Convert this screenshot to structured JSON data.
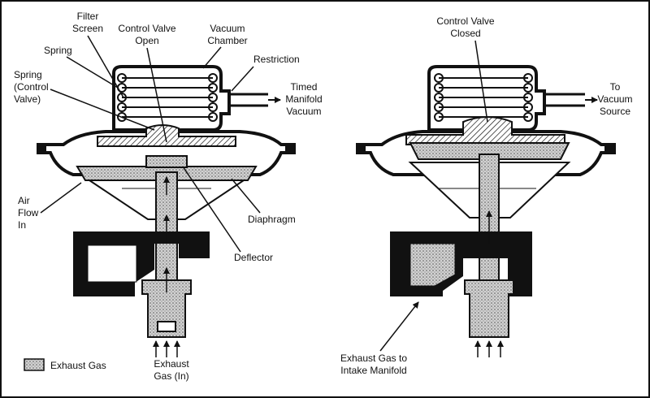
{
  "left_valve": {
    "labels": {
      "filter_screen": [
        "Filter",
        "Screen"
      ],
      "control_valve_open": [
        "Control Valve",
        "Open"
      ],
      "vacuum_chamber": [
        "Vacuum",
        "Chamber"
      ],
      "restriction": "Restriction",
      "spring": "Spring",
      "spring_control_valve": [
        "Spring",
        "(Control",
        "Valve)"
      ],
      "timed_manifold_vacuum": [
        "Timed",
        "Manifold",
        "Vacuum"
      ],
      "air_flow_in": [
        "Air",
        "Flow",
        "In"
      ],
      "diaphragm": "Diaphragm",
      "deflector": "Deflector",
      "exhaust_gas_in": [
        "Exhaust",
        "Gas (In)"
      ]
    }
  },
  "right_valve": {
    "labels": {
      "control_valve_closed": [
        "Control Valve",
        "Closed"
      ],
      "to_vacuum_source": [
        "To",
        "Vacuum",
        "Source"
      ],
      "exhaust_gas_to_intake": [
        "Exhaust Gas to",
        "Intake Manifold"
      ]
    }
  },
  "legend": {
    "label": "Exhaust Gas"
  },
  "colors": {
    "ink": "#111111",
    "exhaust_fill": "#c9c9c9",
    "background": "#ffffff"
  }
}
